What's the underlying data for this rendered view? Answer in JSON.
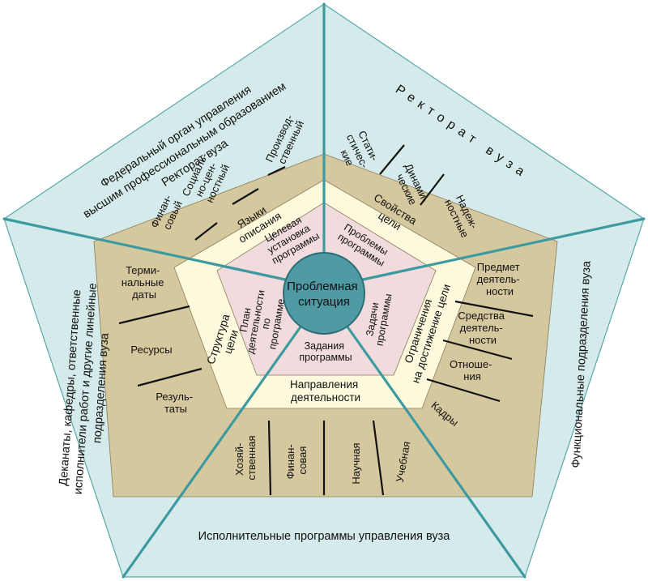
{
  "core": {
    "lines": [
      "Проблемная",
      "ситуация"
    ]
  },
  "outer_labels": {
    "left_top": [
      "Федеральный орган управления",
      "высшим профессиональным образованием",
      "Ректорат вуза"
    ],
    "right_top": [
      "Ректорат вуза"
    ],
    "right_bottom": [
      "Функциональные подразделения вуза"
    ],
    "bottom": [
      "Исполнительные программы управления вуза"
    ],
    "left_bottom": [
      "Деканаты, кафедры, ответственные",
      "исполнители работ и другие линейные",
      "подразделения вуза"
    ]
  },
  "sectors": {
    "top_left": {
      "cells": [
        [
          "Финан-",
          "совый"
        ],
        [
          "Социаль-",
          "но-цен-",
          "ностный"
        ],
        [
          "Производ-",
          "ственный"
        ]
      ],
      "cream": [
        "Языки",
        "описания"
      ],
      "pink": [
        "Целевая",
        "установка",
        "программы"
      ]
    },
    "top_right": {
      "cells": [
        [
          "Стати-",
          "стичес-",
          "кие"
        ],
        [
          "Динами-",
          "ческие"
        ],
        [
          "Надеж-",
          "ностные"
        ]
      ],
      "cream": [
        "Свойства",
        "цели"
      ],
      "pink": [
        "Проблемы",
        "программы"
      ]
    },
    "right": {
      "cells": [
        [
          "Предмет",
          "деятель-",
          "ности"
        ],
        [
          "Средства",
          "деятель-",
          "ности"
        ],
        [
          "Отноше-",
          "ния"
        ],
        [
          "Кадры"
        ]
      ],
      "cream": [
        "Ограничения",
        "на достижение цели"
      ],
      "pink": [
        "Задачи",
        "программы"
      ]
    },
    "bottom": {
      "cells": [
        [
          "Хозяй-",
          "ственная"
        ],
        [
          "Финан-",
          "совая"
        ],
        [
          "Научная"
        ],
        [
          "Учебная"
        ]
      ],
      "cream": [
        "Направления",
        "деятельности"
      ],
      "pink": [
        "Задания",
        "программы"
      ]
    },
    "left": {
      "cells": [
        [
          "Терми-",
          "нальные",
          "даты"
        ],
        [
          "Ресурсы"
        ],
        [
          "Резуль-",
          "таты"
        ]
      ],
      "cream": [
        "Структура",
        "цели"
      ],
      "pink": [
        "План",
        "деятельности",
        "по",
        "программе"
      ]
    }
  }
}
